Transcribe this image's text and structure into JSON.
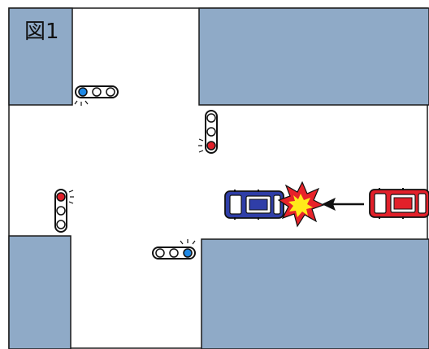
{
  "figure_label": "図1",
  "colors": {
    "block_fill": "#8faac7",
    "block_stroke": "#1a1a1a",
    "road": "#ffffff",
    "signal_red": "#e0202a",
    "signal_blue": "#1e88e5",
    "car_blue": "#2f3ea8",
    "car_red": "#e2202a",
    "impact_outer": "#e8232a",
    "impact_inner": "#ffeb1a",
    "arrow": "#111111"
  },
  "signals": [
    {
      "name": "signal-west-horizontal",
      "lit": "blue"
    },
    {
      "name": "signal-north-vertical",
      "lit": "red"
    },
    {
      "name": "signal-west-vertical",
      "lit": "red"
    },
    {
      "name": "signal-south-horizontal",
      "lit": "blue"
    }
  ],
  "vehicles": [
    {
      "name": "car-blue",
      "color": "blue"
    },
    {
      "name": "car-red",
      "color": "red"
    }
  ],
  "icons": [
    "collision-burst-icon",
    "travel-arrow-icon"
  ]
}
